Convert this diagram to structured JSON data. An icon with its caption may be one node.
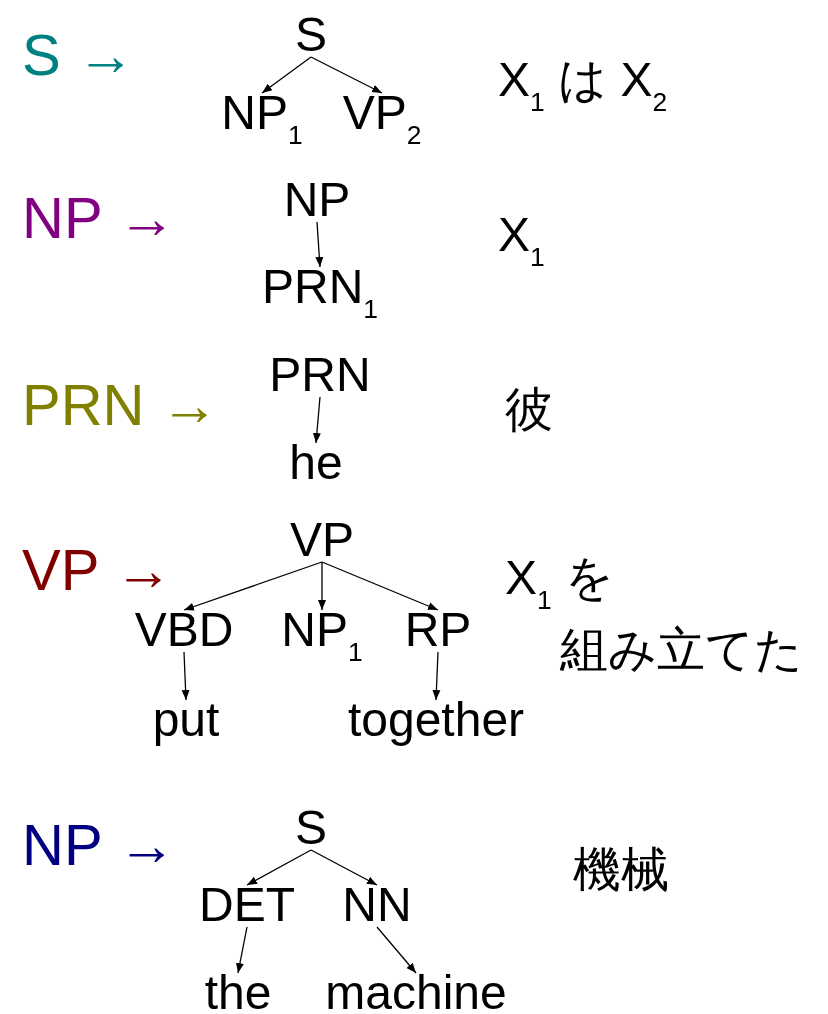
{
  "diagram": {
    "nodes": [
      {
        "text": [
          "S"
        ]
      },
      {
        "text": [
          "NP$_{1}$"
        ]
      },
      {
        "text": [
          "VP$_{2}$"
        ]
      },
      {
        "text": [
          "NP"
        ]
      },
      {
        "text": [
          "PRN$_{1}$"
        ]
      },
      {
        "text": [
          "PRN"
        ]
      },
      {
        "text": [
          "he"
        ]
      },
      {
        "text": [
          "VP"
        ]
      },
      {
        "text": [
          "VBD"
        ]
      },
      {
        "text": [
          "NP$_{1}$"
        ]
      },
      {
        "text": [
          "RP"
        ]
      },
      {
        "text": [
          "put"
        ]
      },
      {
        "text": [
          "together"
        ]
      },
      {
        "text": [
          "S"
        ]
      },
      {
        "text": [
          "DET"
        ]
      },
      {
        "text": [
          "NN"
        ]
      },
      {
        "text": [
          "the"
        ]
      },
      {
        "text": [
          "machine"
        ]
      }
    ],
    "edges": [
      {
        "from": 0,
        "to": 1,
        "arrow": "to"
      },
      {
        "from": 0,
        "to": 2,
        "arrow": "to"
      },
      {
        "from": 3,
        "to": 4,
        "arrow": "to"
      },
      {
        "from": 5,
        "to": 6,
        "arrow": "to"
      },
      {
        "from": 7,
        "to": 8,
        "arrow": "to"
      },
      {
        "from": 7,
        "to": 9,
        "arrow": "to"
      },
      {
        "from": 7,
        "to": 10,
        "arrow": "to"
      },
      {
        "from": 8,
        "to": 11,
        "arrow": "to"
      },
      {
        "from": 10,
        "to": 12,
        "arrow": "to"
      },
      {
        "from": 13,
        "to": 14,
        "arrow": "to"
      },
      {
        "from": 13,
        "to": 15,
        "arrow": "to"
      },
      {
        "from": 14,
        "to": 16,
        "arrow": "to"
      },
      {
        "from": 15,
        "to": 17,
        "arrow": "to"
      }
    ],
    "labels": [
      "S →",
      "X$_{1}$ は X$_{2}$",
      "NP →",
      "X$_{1}$",
      "PRN →",
      "彼",
      "VP →",
      "X$_{1}$ を",
      "組み立てた",
      "NP →",
      "機械"
    ]
  }
}
